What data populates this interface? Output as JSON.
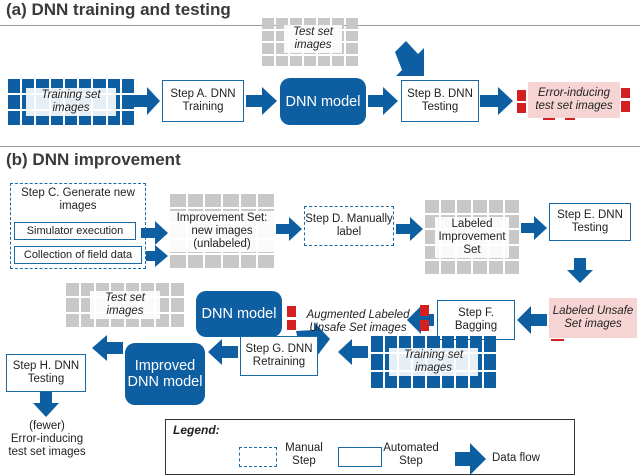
{
  "section_a": {
    "title": "(a) DNN training and testing",
    "training_images": "Training set images",
    "test_images": "Test set images",
    "step_a": "Step A. DNN Training",
    "dnn_model": "DNN model",
    "step_b": "Step B. DNN Testing",
    "error_images": "Error-inducing test set images"
  },
  "section_b": {
    "title": "(b) DNN improvement",
    "step_c": "Step C. Generate new images",
    "simulator": "Simulator execution",
    "field_data": "Collection of field data",
    "improvement_set": "Improvement Set: new images (unlabeled)",
    "step_d": "Step D. Manually label",
    "labeled_improvement": "Labeled Improvement Set",
    "step_e": "Step E. DNN Testing",
    "labeled_unsafe": "Labeled Unsafe Set images",
    "step_f": "Step F. Bagging",
    "augmented": "Augmented Labeled Unsafe Set images",
    "dnn_model": "DNN model",
    "test_images": "Test set images",
    "step_g": "Step G. DNN Retraining",
    "training_images": "Training set images",
    "improved_model": "Improved DNN model",
    "step_h": "Step H. DNN Testing",
    "fewer": "(fewer)",
    "fewer_errors": "Error-inducing test set images"
  },
  "legend": {
    "title": "Legend:",
    "manual": "Manual Step",
    "automated": "Automated Step",
    "data_flow": "Data flow"
  },
  "colors": {
    "dark_blue": "#0e5ea2",
    "box_border": "#1a6aa8",
    "gray": "#c8c8c8",
    "red": "#d42020",
    "pink": "#f7d4d4"
  }
}
